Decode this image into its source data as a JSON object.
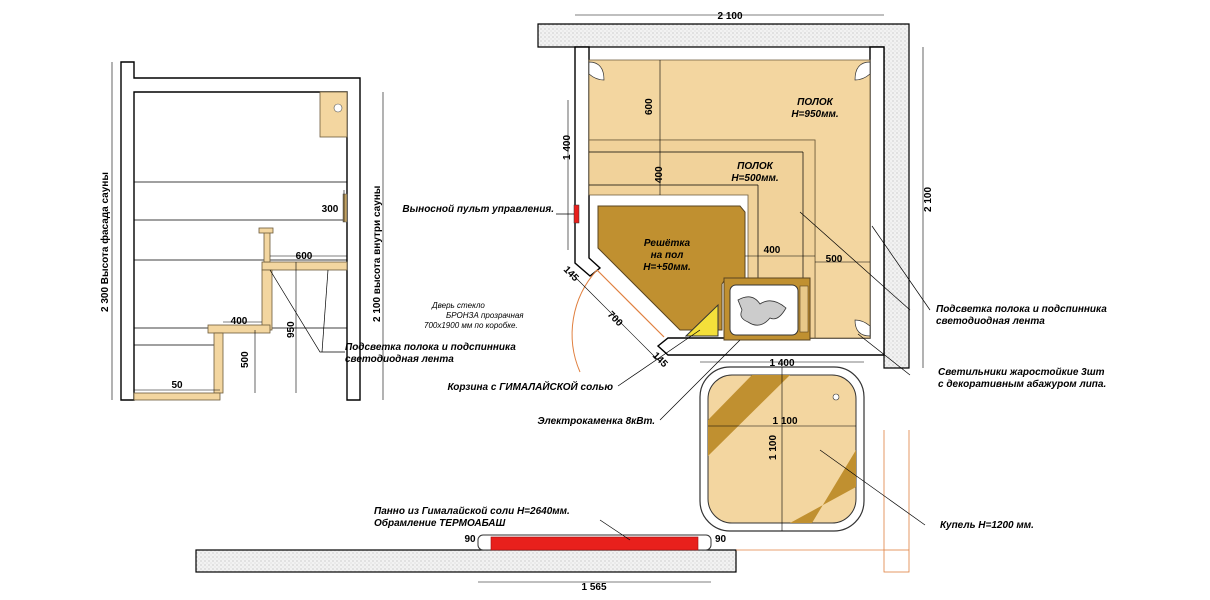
{
  "dims": {
    "top_width": "2 100",
    "right_height": "2 100",
    "left_depth": "1 400",
    "shelf_upper_depth": "600",
    "shelf_lower_depth": "400",
    "shelf_lower_len": "400",
    "shelf_right_len": "500",
    "door_a": "145",
    "door_b": "145",
    "door_len": "700",
    "pool_width_top": "1 400",
    "pool_w": "1 100",
    "pool_h": "1 100",
    "panel_left": "90",
    "panel_right": "90",
    "panel_len": "1 565",
    "facade_height": "2 300 Высота фасада сауны",
    "inner_height": "2 100 высота внутри сауны",
    "side_300": "300",
    "side_600": "600",
    "side_400": "400",
    "side_950": "950",
    "side_500": "500",
    "side_50": "50"
  },
  "labels": {
    "shelf_upper_1": "ПОЛОК",
    "shelf_upper_2": "Н=950мм.",
    "shelf_lower_1": "ПОЛОК",
    "shelf_lower_2": "Н=500мм.",
    "grate_1": "Решётка",
    "grate_2": "на пол",
    "grate_3": "Н=+50мм.",
    "remote": "Выносной пульт управления.",
    "door_1": "Дверь стекло",
    "door_2": "БРОНЗА прозрачная",
    "door_3": "700х1900 мм по коробке.",
    "basket": "Корзина с ГИМАЛАЙСКОЙ солью",
    "heater": "Электрокаменка 8кВт.",
    "panel_1": "Панно из Гималайской соли Н=2640мм.",
    "panel_2": "Обрамление ТЕРМОАБАШ",
    "light_right_1": "Подсветка полока и подспинника",
    "light_right_2": "светодиодная лента",
    "lamps_1": "Светильники жаростойкие 3шт",
    "lamps_2": "с декоративным абажуром липа.",
    "pool": "Купель Н=1200 мм.",
    "light_left_1": "Подсветка полока и подспинника",
    "light_left_2": "светодиодная лента"
  },
  "colors": {
    "wood": "#f3d6a0",
    "grate": "#c09030",
    "salt_panel": "#e8201c",
    "wall_hatch": "#ececec"
  }
}
